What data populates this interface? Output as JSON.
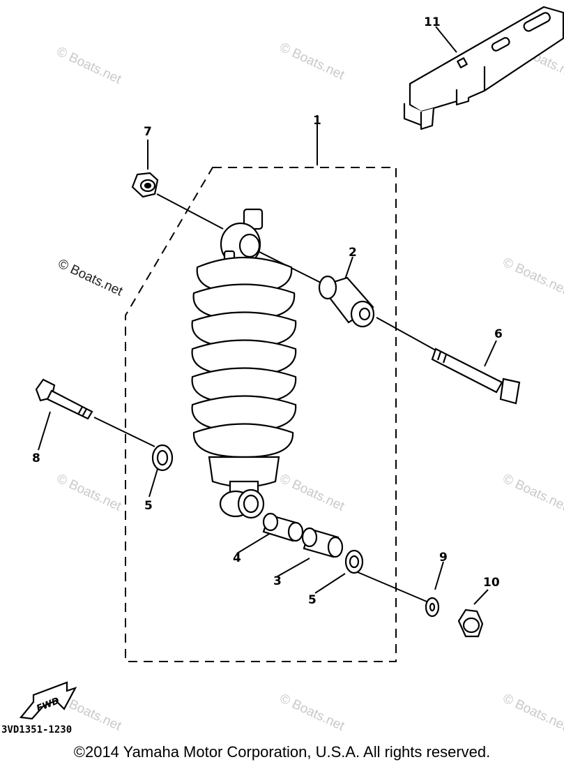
{
  "callouts": {
    "p1": "1",
    "p2": "2",
    "p3": "3",
    "p4": "4",
    "p5a": "5",
    "p5b": "5",
    "p6": "6",
    "p7": "7",
    "p8": "8",
    "p9": "9",
    "p10": "10",
    "p11": "11"
  },
  "fwd_label": "FWD",
  "drawing_number": "3VD1351-1230",
  "watermark": "© Boats.net",
  "copyright": "©2014 Yamaha Motor Corporation, U.S.A. All rights reserved."
}
